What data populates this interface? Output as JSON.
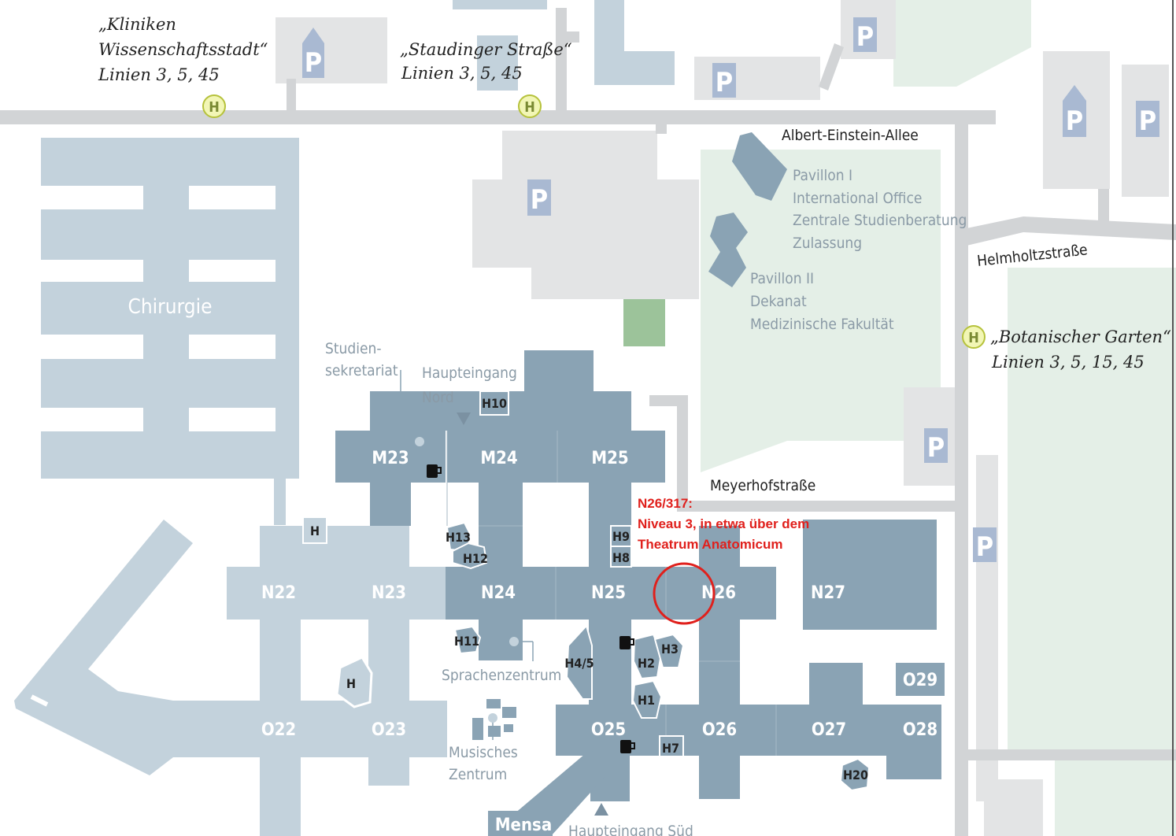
{
  "stops": {
    "kliniken": {
      "line1": "„Kliniken",
      "line2": "Wissenschaftsstadt“",
      "line3": "Linien 3, 5, 45"
    },
    "staudinger": {
      "line1": "„Staudinger Straße“",
      "line2": "Linien 3, 5, 45"
    },
    "botanischer": {
      "line1": "„Botanischer Garten“",
      "line2": "Linien 3, 5, 15, 45"
    },
    "stop_symbol": "H"
  },
  "streets": {
    "albert_einstein": "Albert-Einstein-Allee",
    "helmholtz": "Helmholtzstraße",
    "meyerhof": "Meyerhofstraße"
  },
  "pavilion1": {
    "l1": "Pavillon I",
    "l2": "International Office",
    "l3": "Zentrale Studienberatung",
    "l4": "Zulassung"
  },
  "pavilion2": {
    "l1": "Pavillon II",
    "l2": "Dekanat",
    "l3": "Medizinische Fakultät"
  },
  "chirurgie": "Chirurgie",
  "studien": {
    "l1": "Studien-",
    "l2": "sekretariat"
  },
  "haupteingang_nord": {
    "l1": "Haupteingang",
    "l2": "Nord"
  },
  "haupteingang_sued": "Haupteingang Süd",
  "sprachenzentrum": "Sprachenzentrum",
  "musisches": {
    "l1": "Musisches",
    "l2": "Zentrum"
  },
  "mensa": "Mensa",
  "parking": "P",
  "buildings": {
    "M23": "M23",
    "M24": "M24",
    "M25": "M25",
    "N22": "N22",
    "N23": "N23",
    "N24": "N24",
    "N25": "N25",
    "N26": "N26",
    "N27": "N27",
    "O22": "O22",
    "O23": "O23",
    "O25": "O25",
    "O26": "O26",
    "O27": "O27",
    "O28": "O28",
    "O29": "O29"
  },
  "halls": {
    "H": "H",
    "H1": "H1",
    "H2": "H2",
    "H3": "H3",
    "H45": "H4/5",
    "H7": "H7",
    "H8": "H8",
    "H9": "H9",
    "H10": "H10",
    "H11": "H11",
    "H12": "H12",
    "H13": "H13",
    "H20": "H20"
  },
  "annotation": {
    "l1": "N26/317:",
    "l2": "Niveau 3, in etwa über dem",
    "l3": "Theatrum Anatomicum",
    "color": "#e0201c"
  },
  "colors": {
    "building_dark": "#8aa3b4",
    "building_light": "#c3d2dc",
    "road": "#d2d4d6",
    "park": "#e4efe7",
    "field": "#9cc39a",
    "parking_bg": "#e3e4e5",
    "parking_sign": "#a9b9d2"
  }
}
